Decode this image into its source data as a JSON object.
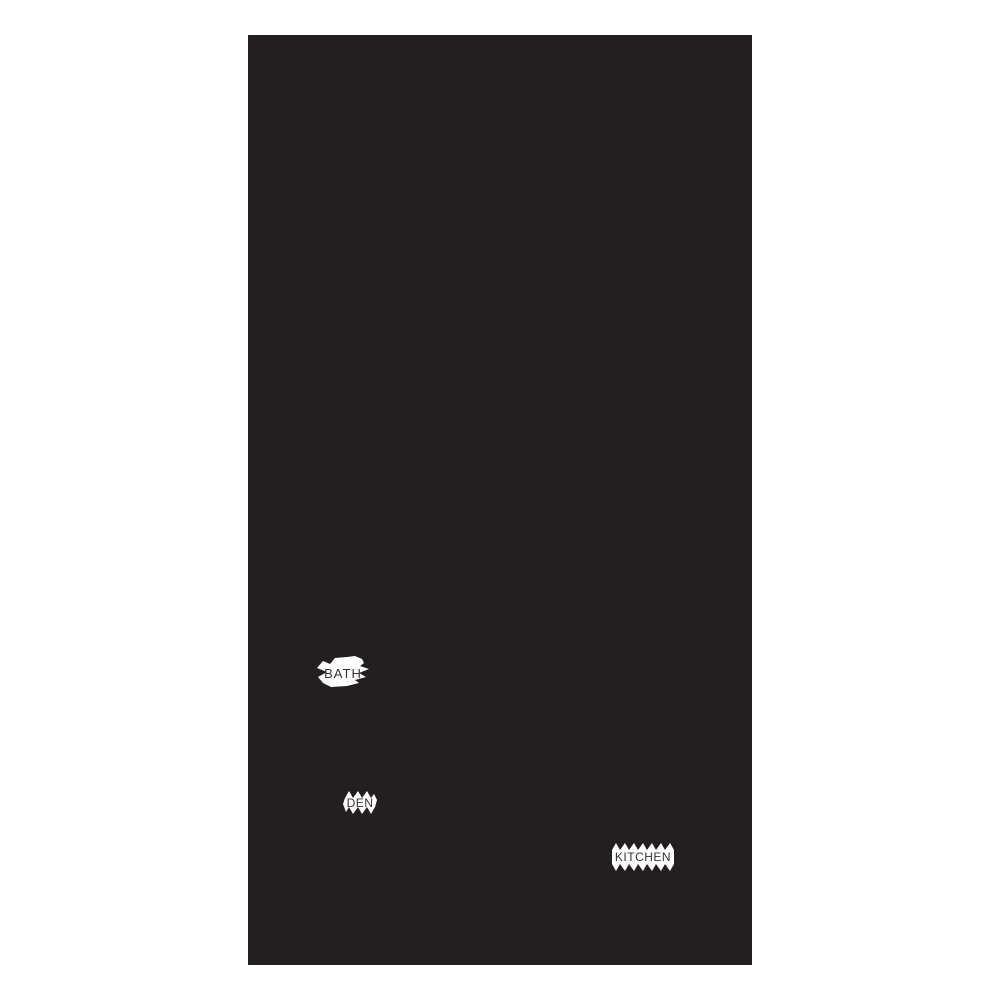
{
  "colors": {
    "page_background": "#ffffff",
    "plan_fill": "#231f20",
    "label_background": "#ffffff",
    "label_text": "#363233"
  },
  "floorplan": {
    "labels": {
      "bath": {
        "text": "BATH"
      },
      "den": {
        "text": "DEN"
      },
      "kitchen": {
        "text": "KITCHEN"
      }
    }
  }
}
